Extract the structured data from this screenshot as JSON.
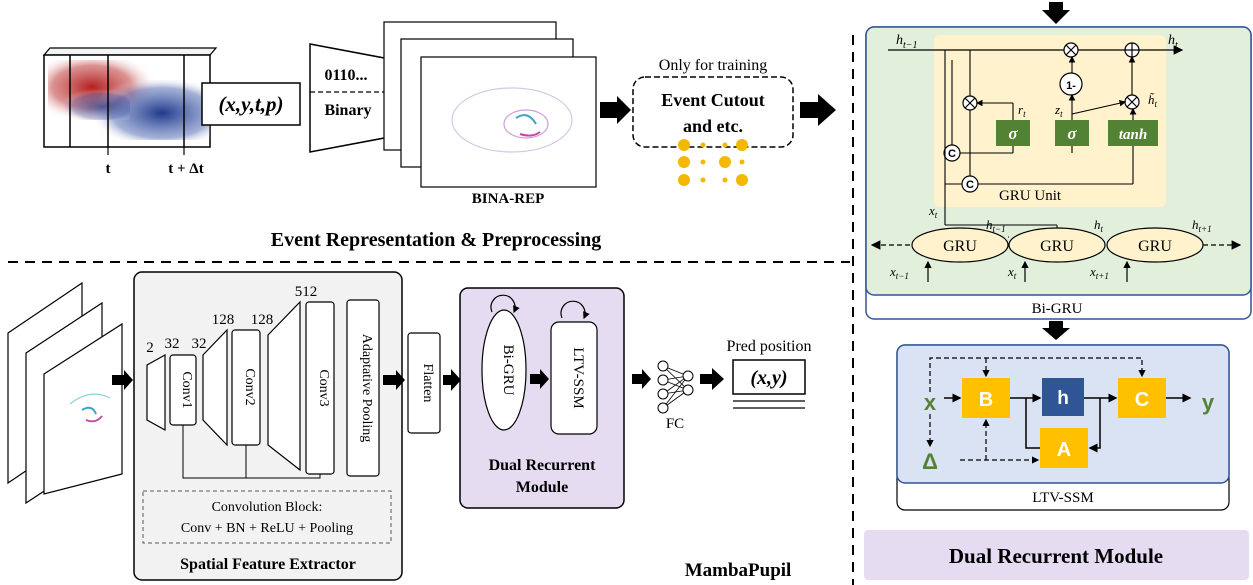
{
  "top": {
    "coord_label": "(x,y,t,p)",
    "t_label": "t",
    "t_dt_label": "t + Δt",
    "binary_bits": "0110...",
    "binary_label": "Binary",
    "bina_rep": "BINA-REP",
    "only_training": "Only for training",
    "cutout_line1": "Event Cutout",
    "cutout_line2": "and etc.",
    "section_title": "Event Representation & Preprocessing"
  },
  "bottom": {
    "chan_2": "2",
    "chan_32a": "32",
    "chan_32b": "32",
    "chan_128a": "128",
    "chan_128b": "128",
    "chan_512": "512",
    "conv1": "Conv1",
    "conv2": "Conv2",
    "conv3": "Conv3",
    "adaptive_pooling": "Adaptative Pooling",
    "conv_block_line1": "Convolution Block:",
    "conv_block_line2": "Conv + BN + ReLU + Pooling",
    "sfe_title": "Spatial Feature Extractor",
    "flatten": "Flatten",
    "bigru": "Bi-GRU",
    "ltvssm": "LTV-SSM",
    "drm_line1": "Dual Recurrent",
    "drm_line2": "Module",
    "fc": "FC",
    "pred_position": "Pred position",
    "pred_xy": "(x,y)",
    "model_name": "MambaPupil"
  },
  "right": {
    "h_prev": "h",
    "h_prev_sub": "t−1",
    "h_t": "h",
    "h_t_sub": "t",
    "one_minus": "1-",
    "r_t": "r",
    "r_sub": "t",
    "z_t": "z",
    "z_sub": "t",
    "h_tilde": "h̃",
    "h_tilde_sub": "t",
    "sigma1": "σ",
    "sigma2": "σ",
    "tanh": "tanh",
    "concat1": "C",
    "concat2": "C",
    "x_t": "x",
    "x_t_sub": "t",
    "gru_unit": "GRU Unit",
    "gru1": "GRU",
    "gru2": "GRU",
    "gru3": "GRU",
    "row_h_prev": "h",
    "row_h_prev_sub": "t−1",
    "row_h_t": "h",
    "row_h_t_sub": "t",
    "row_h_next": "h",
    "row_h_next_sub": "t+1",
    "row_x_prev": "x",
    "row_x_prev_sub": "t−1",
    "row_x_t": "x",
    "row_x_t_sub": "t",
    "row_x_next": "x",
    "row_x_next_sub": "t+1",
    "bigru_caption": "Bi-GRU",
    "ssm_x": "x",
    "ssm_delta": "Δ",
    "ssm_B": "B",
    "ssm_h": "h",
    "ssm_C": "C",
    "ssm_A": "A",
    "ssm_y": "y",
    "ltvssm_caption": "LTV-SSM",
    "drm_title": "Dual Recurrent Module"
  },
  "colors": {
    "gru_panel_fill": "#e2efda",
    "gru_unit_fill": "#fff2cc",
    "gate_green": "#548235",
    "ssm_panel_fill": "#dae3f3",
    "ssm_yellow": "#ffc000",
    "ssm_navy": "#2f5597",
    "ssm_green_text": "#548235",
    "drm_fill": "#e6dcf2",
    "sfe_fill": "#f2f2f2",
    "orange_dot": "#f5b800",
    "panel_border": "#2f5597"
  }
}
